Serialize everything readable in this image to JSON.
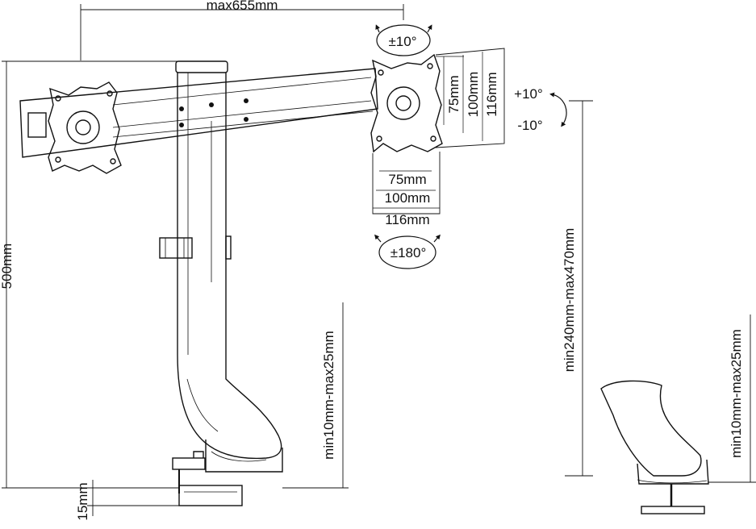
{
  "dimensions": {
    "max_width": "max655mm",
    "tilt": "±10°",
    "swivel": "±180°",
    "rotate_up": "+10°",
    "rotate_down": "-10°",
    "height": "500mm",
    "vesa_h_75": "75mm",
    "vesa_h_100": "100mm",
    "vesa_h_116": "116mm",
    "vesa_v_75": "75mm",
    "vesa_v_100": "100mm",
    "vesa_v_116": "116mm",
    "clamp_range_main": "min10mm-max25mm",
    "clamp_range_side": "min10mm-max25mm",
    "height_adjust": "min240mm-max470mm",
    "clamp_thickness": "15mm"
  }
}
